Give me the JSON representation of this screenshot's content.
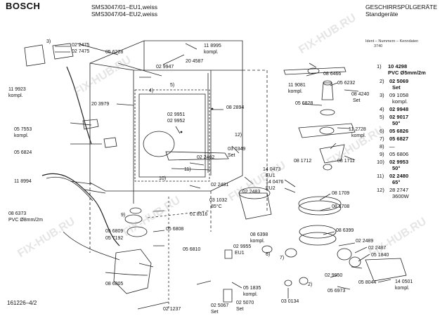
{
  "header": {
    "brand": "BOSCH",
    "model_1": "SMS3047/01–EU1,weiss",
    "model_2": "SMS3047/04–EU2,weiss",
    "category_1": "GESCHIRRSPÜLGERÄTE",
    "category_2": "Standgeräte",
    "ident_label": "Ident – Nummern – Kenndaten",
    "ident_value": "3740"
  },
  "footer": {
    "doc_number": "161226–4/2"
  },
  "watermark": "FIX-HUB.RU",
  "legend": [
    {
      "ref": "1)",
      "part": "10 4298",
      "note": "PVC Ø5mm/2m"
    },
    {
      "ref": "2)",
      "part": "02 5069",
      "note": "Set"
    },
    {
      "ref": "3)",
      "part": "09 1058",
      "note": "kompl."
    },
    {
      "ref": "4)",
      "part": "02 9948",
      "note": ""
    },
    {
      "ref": "5)",
      "part": "02 9017",
      "note": "50°"
    },
    {
      "ref": "6)",
      "part": "05 6826",
      "note": ""
    },
    {
      "ref": "7)",
      "part": "05 6827",
      "note": ""
    },
    {
      "ref": "8)",
      "part": "—",
      "note": ""
    },
    {
      "ref": "9)",
      "part": "05 6806",
      "note": ""
    },
    {
      "ref": "10)",
      "part": "02 9953",
      "note": "50°"
    },
    {
      "ref": "11)",
      "part": "02 2480",
      "note": "65°"
    },
    {
      "ref": "12)",
      "part": "28 2747",
      "note": "3600W"
    }
  ],
  "labels": {
    "l_3": "3)",
    "l_022475": "02 2475",
    "l_027475": "02 7475",
    "l_056228": "05 6228",
    "l_118995": "11 8995",
    "l_kompl1": "kompl.",
    "l_029947": "02 9947",
    "l_204587": "20 4587",
    "l_119923": "11 9923",
    "l_kompl2": "kompl.",
    "l_203979": "20 3979",
    "l_057553": "05 7553",
    "l_kompl3": "kompl.",
    "l_056824": "05 6824",
    "l_118994": "11 8994",
    "l_086373": "08 6373",
    "l_pvc8": "PVC Ø8mm/2m",
    "l_029951": "02 9951",
    "l_029952": "02 9952",
    "l_082894": "08 2894",
    "l_12": "12)",
    "l_030349": "03 0349",
    "l_set1": "Set",
    "l_022482": "02 2482",
    "l_11": "11)",
    "l_10": "10)",
    "l_022481": "02 2481",
    "l_022483": "02 2483",
    "l_031032": "03 1032",
    "l_85c": "85°C",
    "l_018516": "01 8516",
    "l_9": "9)",
    "l_056809": "05 6809",
    "l_057192": "05 7192",
    "l_056808": "05 6808",
    "l_056810": "05 6810",
    "l_086805": "08 6805",
    "l_021237": "02 1237",
    "l_025067": "02 5067",
    "l_set2": "Set",
    "l_025070": "02 5070",
    "l_set3": "Set",
    "l_051835": "05 1835",
    "l_kompl4": "kompl.",
    "l_029955": "02 9955",
    "l_eu1a": "EU1",
    "l_086398": "08 6398",
    "l_kompl5": "kompl.",
    "l_140473": "14 0473",
    "l_eu1b": "EU1",
    "l_140476": "14 0476",
    "l_eu2": "EU2",
    "l_081709": "08 1709",
    "l_081708": "08 1708",
    "l_086399": "08 6399",
    "l_086466": "08 6466",
    "l_119081": "11 9081",
    "l_kompl6": "kompl.",
    "l_056232": "05 6232",
    "l_084240": "08 4240",
    "l_set4": "Set",
    "l_056828": "05 6828",
    "l_112728": "11 2728",
    "l_kompl7": "kompl.",
    "l_081712": "08 1712",
    "l_081711": "08 1711",
    "l_022489": "02 2489",
    "l_022487": "02 2487",
    "l_051840": "05 1840",
    "l_029950": "02 9950",
    "l_058044": "05 8044",
    "l_056973": "05 6973",
    "l_030134": "03 0134",
    "l_140501": "14 0501",
    "l_kompl8": "kompl.",
    "l_5": "5)",
    "l_6": "6)",
    "l_7": "7)",
    "l_4": "4)",
    "l_2": "2)"
  }
}
